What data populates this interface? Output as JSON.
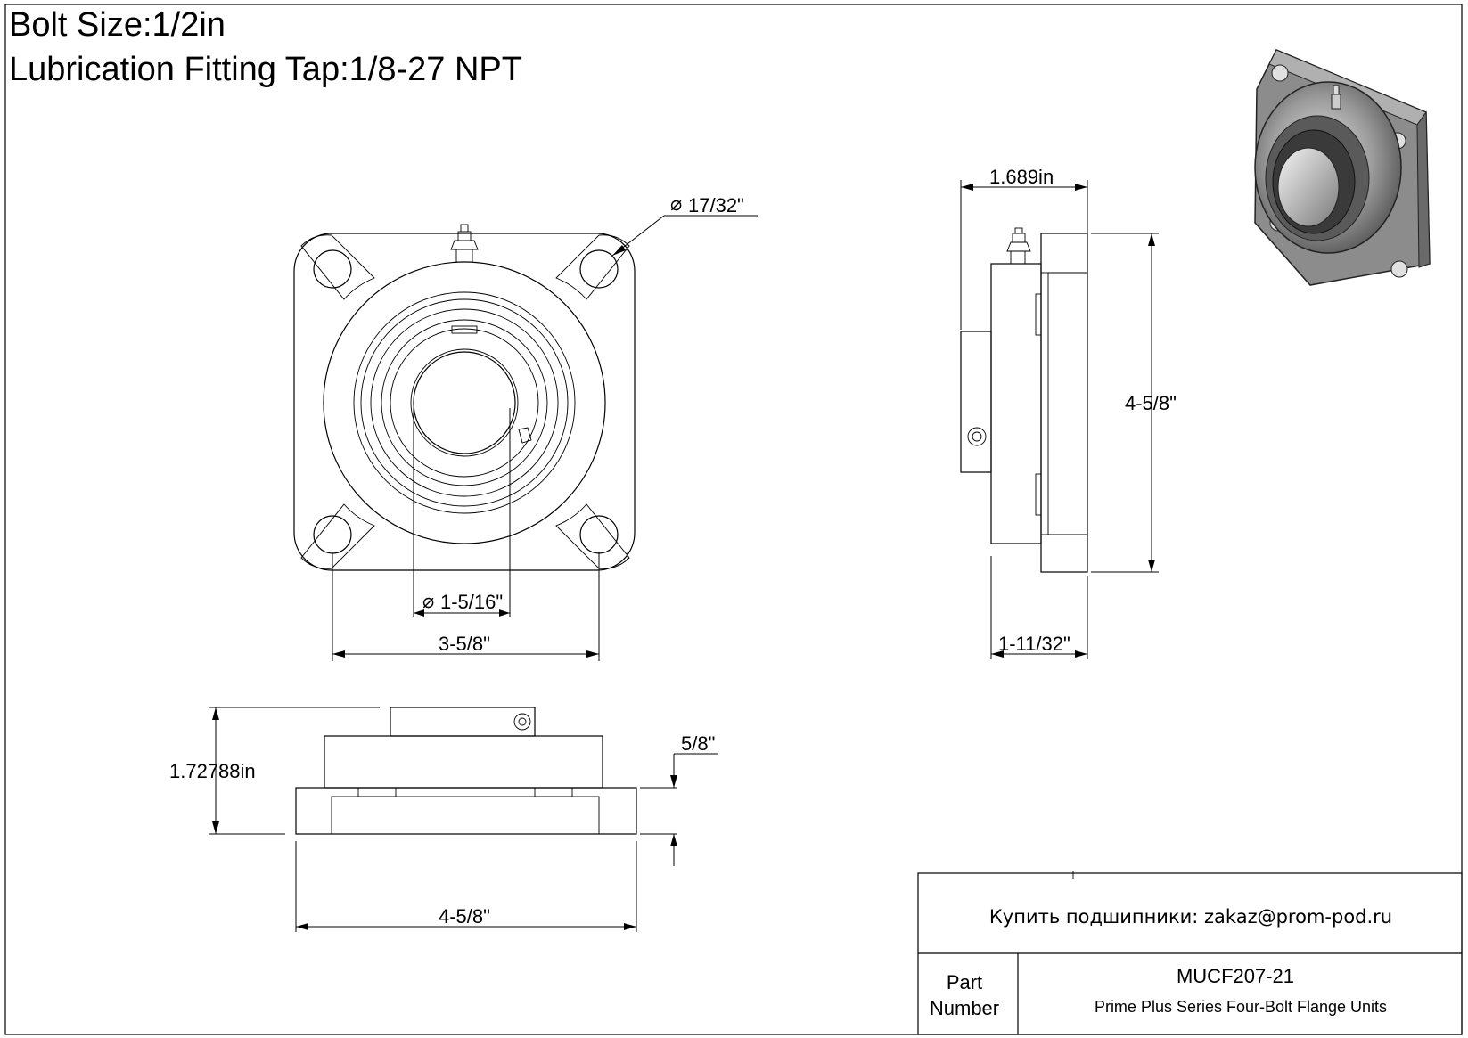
{
  "header": {
    "bolt_size": "Bolt Size:1/2in",
    "lubrication": "Lubrication Fitting Tap:1/8-27 NPT"
  },
  "front_view": {
    "hole_diameter": "17/32\"",
    "bore_diameter": "1-5/16\"",
    "bolt_spacing": "3-5/8\""
  },
  "side_view": {
    "width_top": "1.689in",
    "height": "4-5/8\"",
    "width_bottom": "1-11/32\""
  },
  "bottom_view": {
    "height": "1.72788in",
    "flange_thickness": "5/8\"",
    "width": "4-5/8\""
  },
  "title_block": {
    "contact": "Купить подшипники: zakaz@prom-pod.ru",
    "part_label": "Part Number",
    "part_label_line1": "Part",
    "part_label_line2": "Number",
    "part_number": "MUCF207-21",
    "description": "Prime Plus Series Four-Bolt Flange Units"
  },
  "icons": {
    "diameter_symbol": "diameter-icon"
  }
}
